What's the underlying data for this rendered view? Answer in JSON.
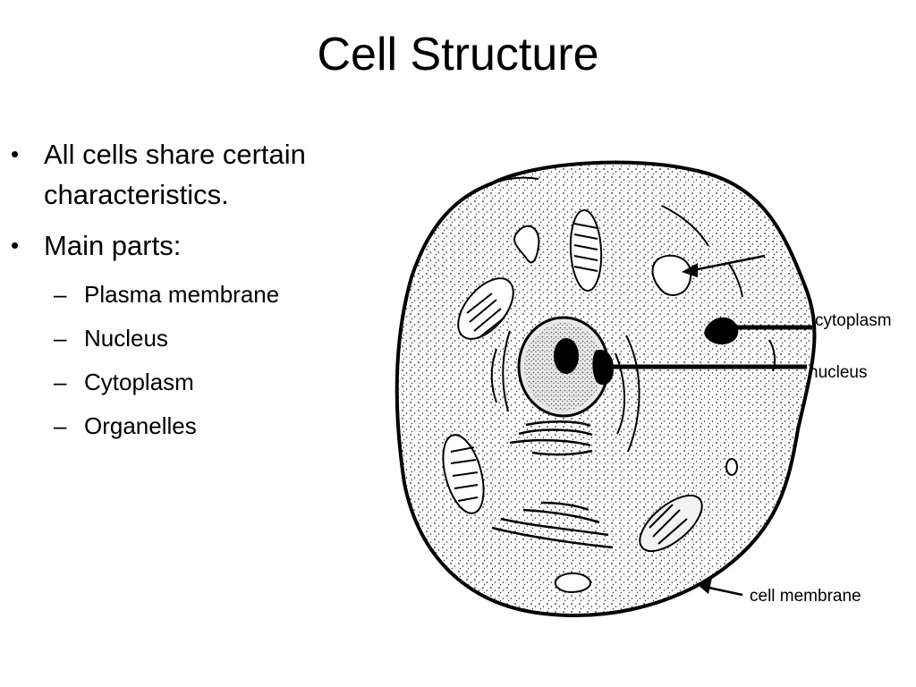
{
  "slide": {
    "title": "Cell Structure",
    "bullets": [
      {
        "text": "All cells share certain characteristics.",
        "line1": "All cells share certain",
        "line2": "characteristics."
      },
      {
        "text": "Main parts:"
      }
    ],
    "sub_items": [
      "Plasma membrane",
      "Nucleus",
      "Cytoplasm",
      "Organelles"
    ]
  },
  "diagram": {
    "labels": {
      "cytoplasm": "cytoplasm",
      "nucleus": "nucleus",
      "cell_membrane": "cell membrane"
    }
  }
}
